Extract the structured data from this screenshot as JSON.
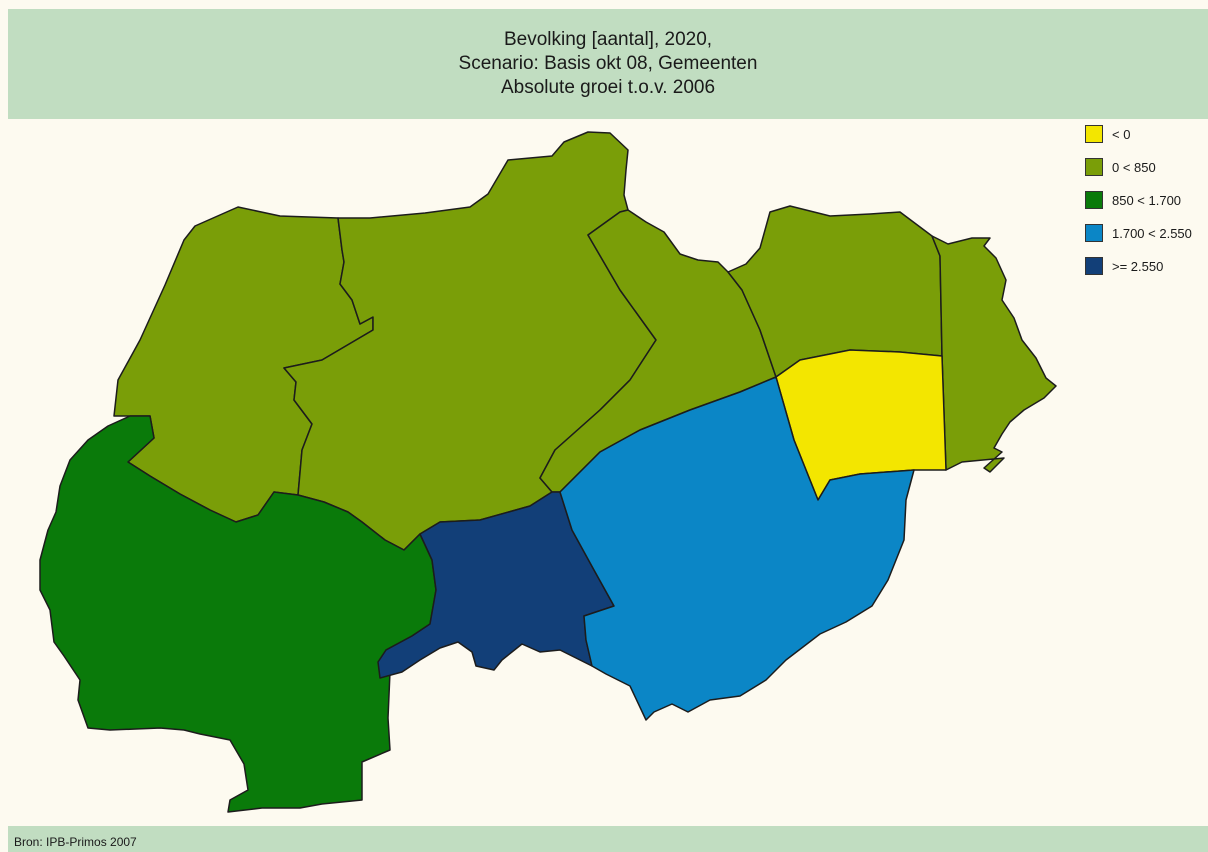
{
  "header": {
    "title_line1": "Bevolking [aantal], 2020,",
    "title_line2": "Scenario: Basis okt 08, Gemeenten",
    "title_line3": "Absolute groei t.o.v. 2006"
  },
  "legend": {
    "items": [
      {
        "label": "< 0",
        "color": "#f3e600"
      },
      {
        "label": "0 < 850",
        "color": "#7a9e08"
      },
      {
        "label": "850 < 1.700",
        "color": "#0a7a0a"
      },
      {
        "label": "1.700 < 2.550",
        "color": "#0b86c6"
      },
      {
        "label": ">= 2.550",
        "color": "#123f78"
      }
    ]
  },
  "map": {
    "regions": [
      {
        "id": "west-north",
        "class": 1
      },
      {
        "id": "north-centre",
        "class": 1
      },
      {
        "id": "north-east-centre",
        "class": 1
      },
      {
        "id": "east-upper",
        "class": 1
      },
      {
        "id": "east-strip",
        "class": 1
      },
      {
        "id": "east-yellow",
        "class": 0
      },
      {
        "id": "south-west",
        "class": 2
      },
      {
        "id": "south-centre",
        "class": 4
      },
      {
        "id": "south-east",
        "class": 3
      }
    ]
  },
  "footer": {
    "source": "Bron: IPB-Primos 2007"
  }
}
